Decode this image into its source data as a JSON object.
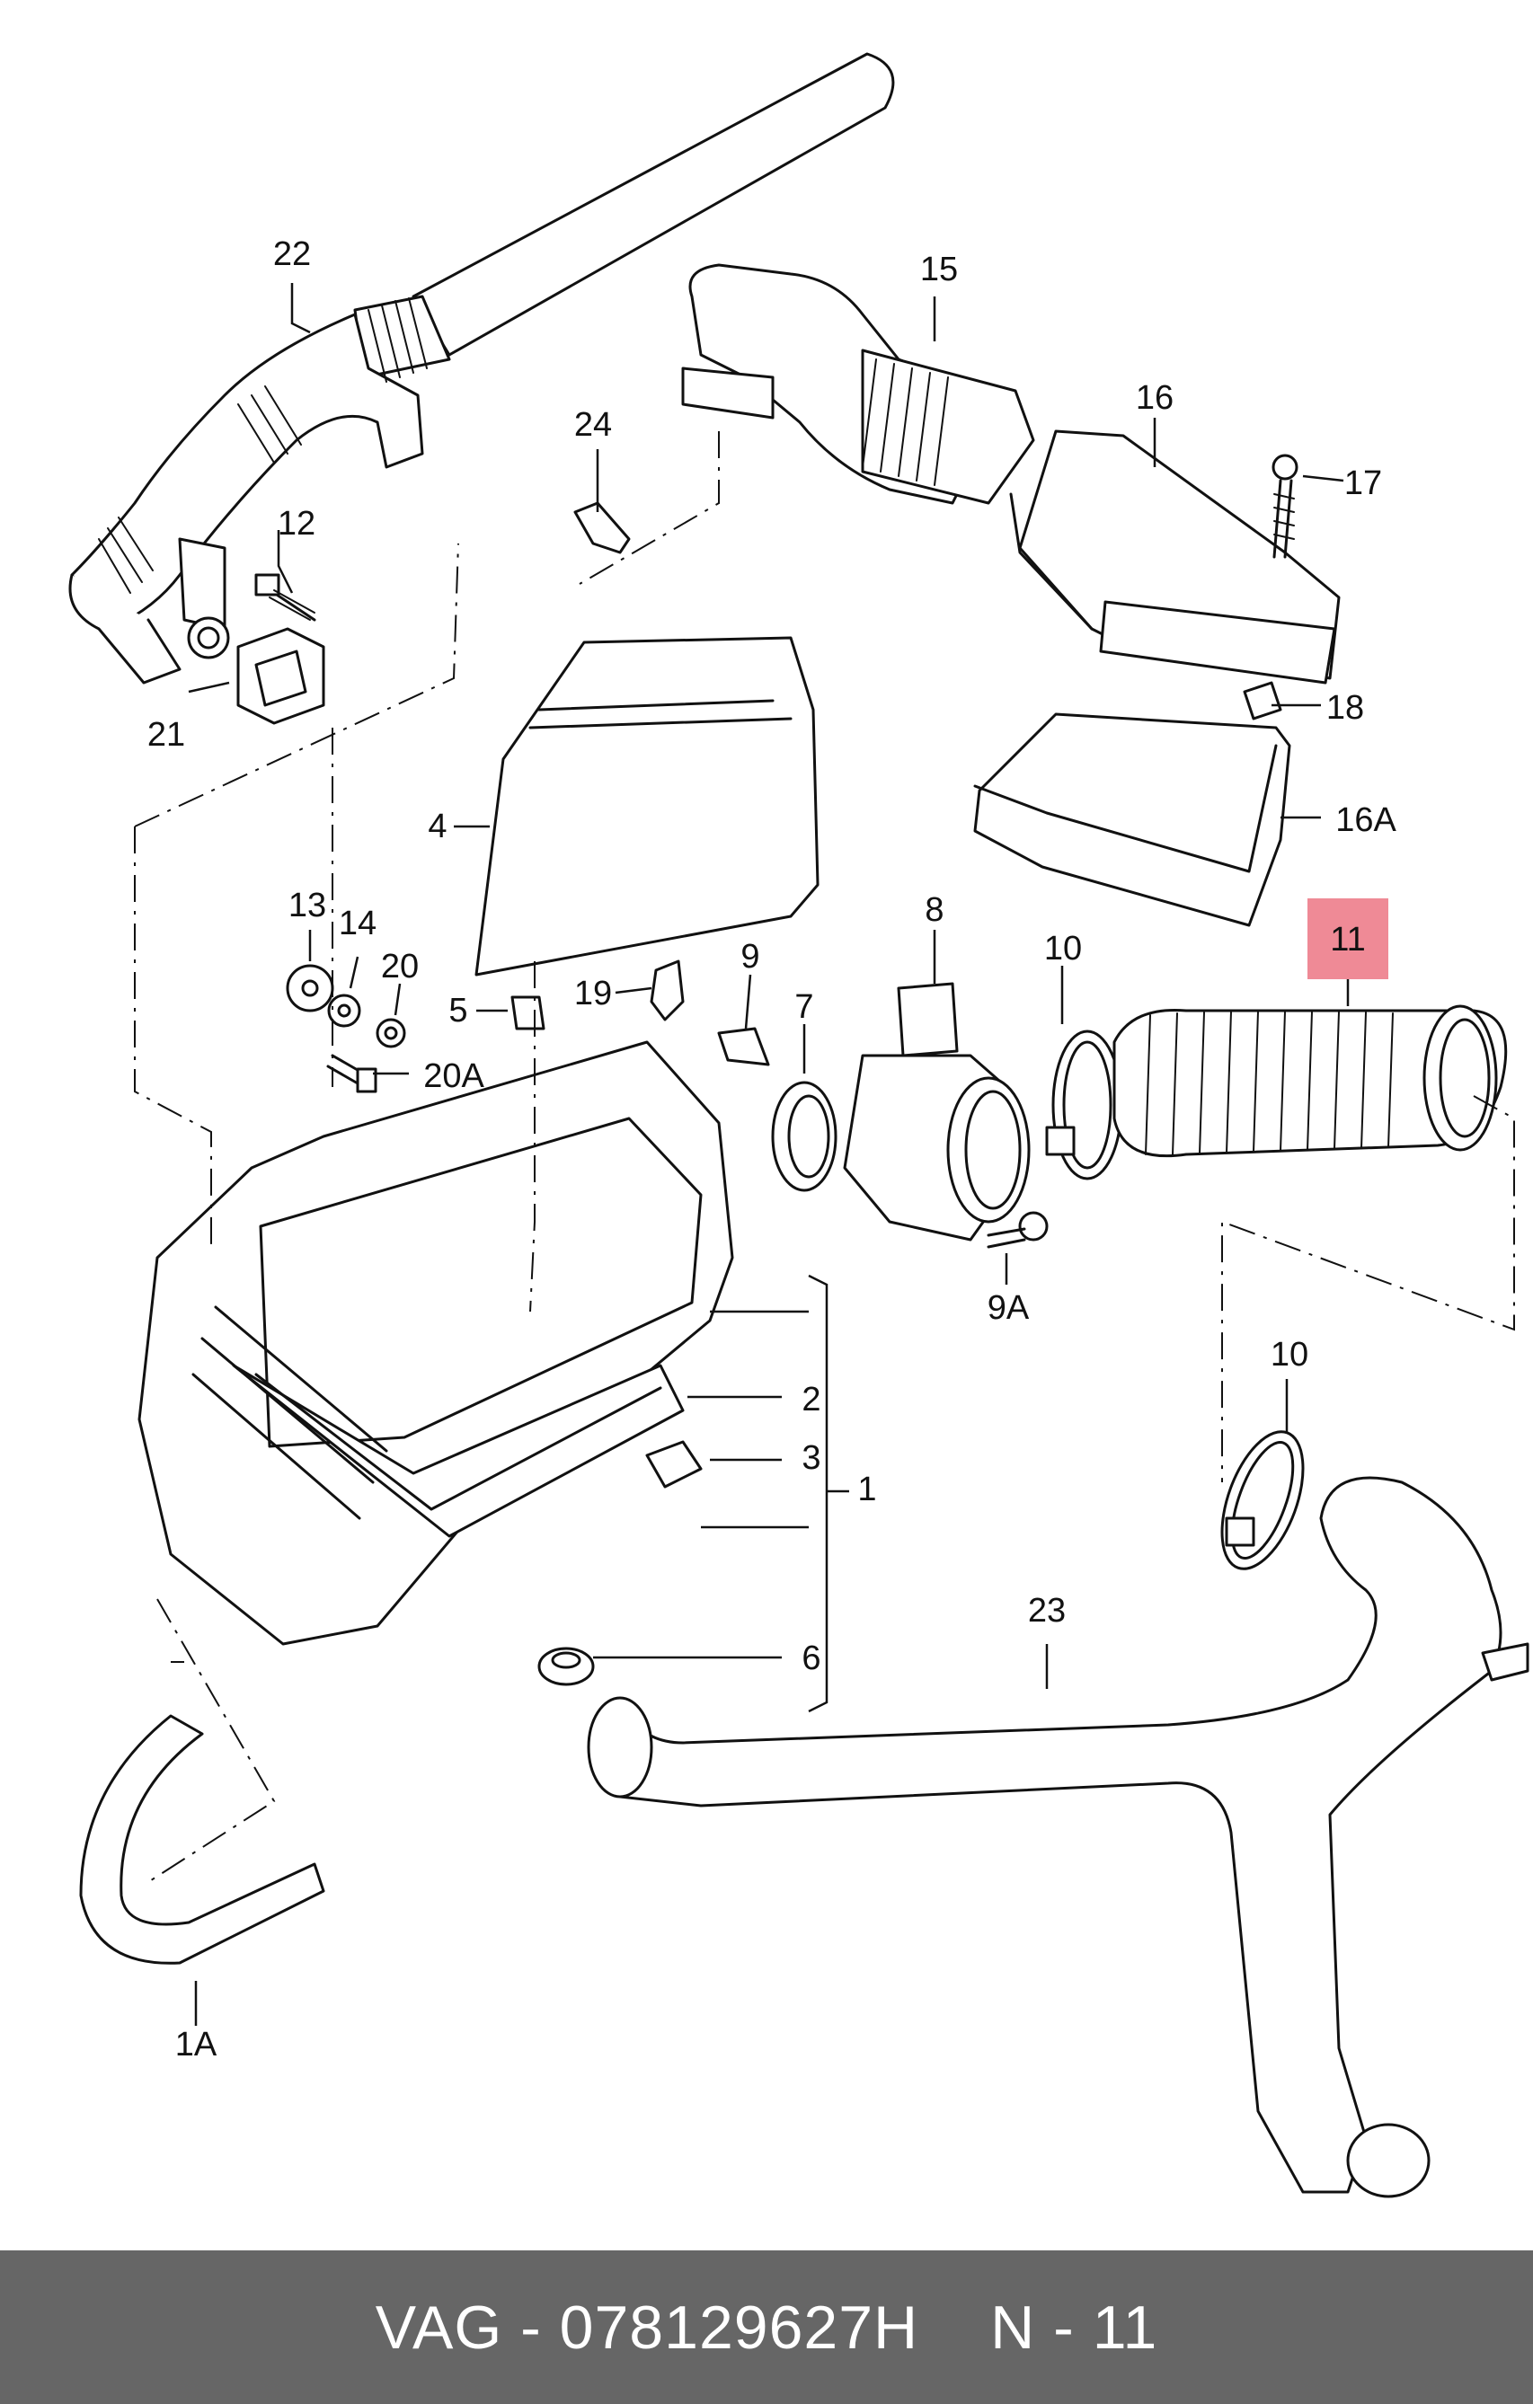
{
  "highlight_color": "#ef8a96",
  "callouts": [
    {
      "id": "c-1",
      "text": "1"
    },
    {
      "id": "c-1A",
      "text": "1A"
    },
    {
      "id": "c-2",
      "text": "2"
    },
    {
      "id": "c-3",
      "text": "3"
    },
    {
      "id": "c-4",
      "text": "4"
    },
    {
      "id": "c-5",
      "text": "5"
    },
    {
      "id": "c-6",
      "text": "6"
    },
    {
      "id": "c-7",
      "text": "7"
    },
    {
      "id": "c-8",
      "text": "8"
    },
    {
      "id": "c-9",
      "text": "9"
    },
    {
      "id": "c-9A",
      "text": "9A"
    },
    {
      "id": "c-10a",
      "text": "10"
    },
    {
      "id": "c-10b",
      "text": "10"
    },
    {
      "id": "c-11",
      "text": "11"
    },
    {
      "id": "c-12",
      "text": "12"
    },
    {
      "id": "c-13",
      "text": "13"
    },
    {
      "id": "c-14",
      "text": "14"
    },
    {
      "id": "c-15",
      "text": "15"
    },
    {
      "id": "c-16",
      "text": "16"
    },
    {
      "id": "c-16A",
      "text": "16A"
    },
    {
      "id": "c-17",
      "text": "17"
    },
    {
      "id": "c-18",
      "text": "18"
    },
    {
      "id": "c-19",
      "text": "19"
    },
    {
      "id": "c-20",
      "text": "20"
    },
    {
      "id": "c-20A",
      "text": "20A"
    },
    {
      "id": "c-21",
      "text": "21"
    },
    {
      "id": "c-22",
      "text": "22"
    },
    {
      "id": "c-23",
      "text": "23"
    },
    {
      "id": "c-24",
      "text": "24"
    }
  ],
  "footer": {
    "part": "VAG - 078129627H",
    "ref": "N - 11"
  }
}
